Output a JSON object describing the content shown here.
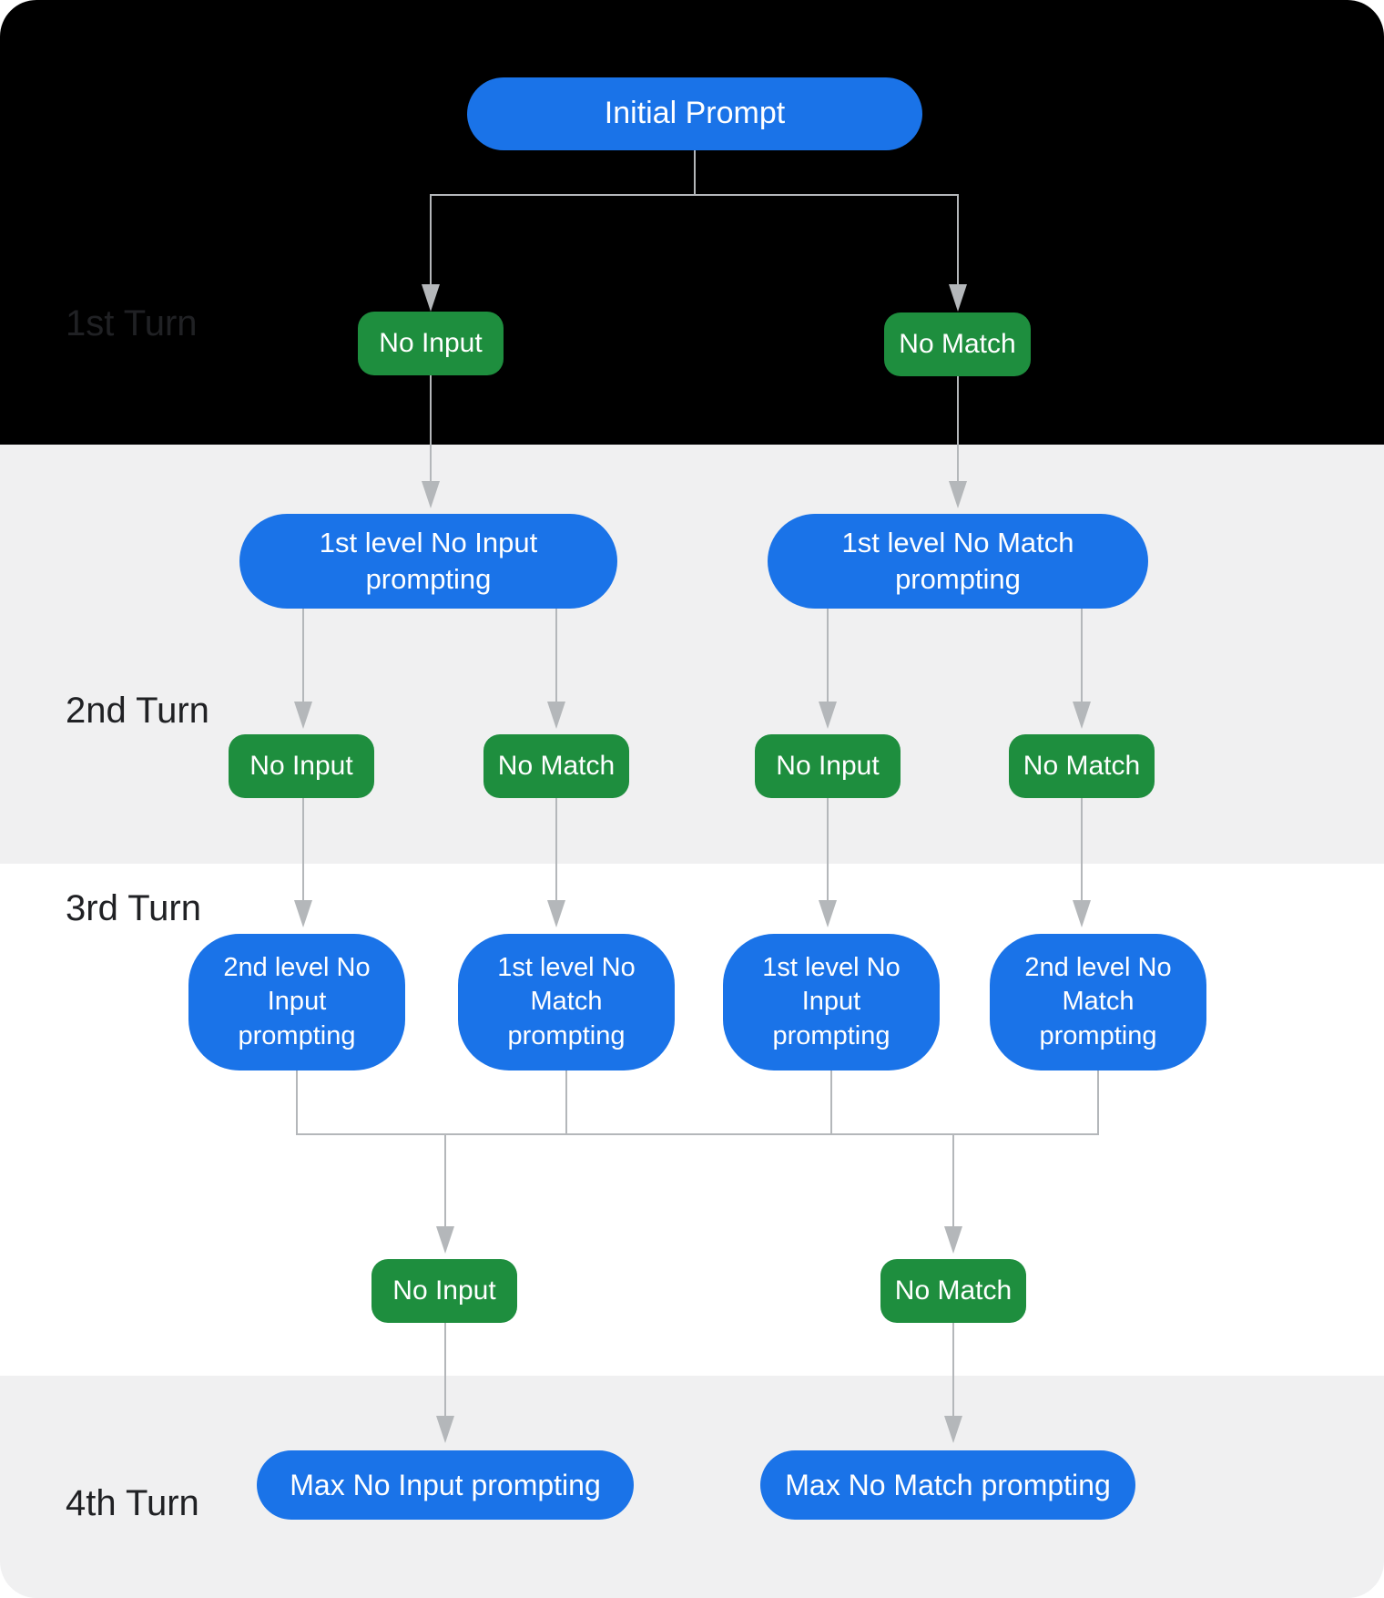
{
  "diagram": {
    "colors": {
      "node_blue": "#1a73e8",
      "node_green": "#1e8e3e",
      "connector_gray": "#b4b7ba",
      "band_black": "#000000",
      "band_gray": "#f0f0f1",
      "band_white": "#ffffff",
      "turn_label_color": "#202124",
      "node_text_color": "#ffffff"
    },
    "turn_labels": [
      {
        "label": "1st Turn"
      },
      {
        "label": "2nd Turn"
      },
      {
        "label": "3rd Turn"
      },
      {
        "label": "4th Turn"
      }
    ],
    "nodes": {
      "initial": {
        "label": "Initial Prompt"
      },
      "t1_no_input": {
        "label": "No Input"
      },
      "t1_no_match": {
        "label": "No Match"
      },
      "t2_prompt_no_input": {
        "label": "1st level No Input\nprompting"
      },
      "t2_prompt_no_match": {
        "label": "1st level No Match\nprompting"
      },
      "t2_no_input_left": {
        "label": "No Input"
      },
      "t2_no_match_left": {
        "label": "No Match"
      },
      "t2_no_input_right": {
        "label": "No Input"
      },
      "t2_no_match_right": {
        "label": "No Match"
      },
      "t3_prompt_1": {
        "label": "2nd level No\nInput\nprompting"
      },
      "t3_prompt_2": {
        "label": "1st level No\nMatch\nprompting"
      },
      "t3_prompt_3": {
        "label": "1st level No\nInput\nprompting"
      },
      "t3_prompt_4": {
        "label": "2nd level No\nMatch\nprompting"
      },
      "t3_no_input": {
        "label": "No Input"
      },
      "t3_no_match": {
        "label": "No Match"
      },
      "t4_max_no_input": {
        "label": "Max No Input prompting"
      },
      "t4_max_no_match": {
        "label": "Max No Match prompting"
      }
    }
  }
}
